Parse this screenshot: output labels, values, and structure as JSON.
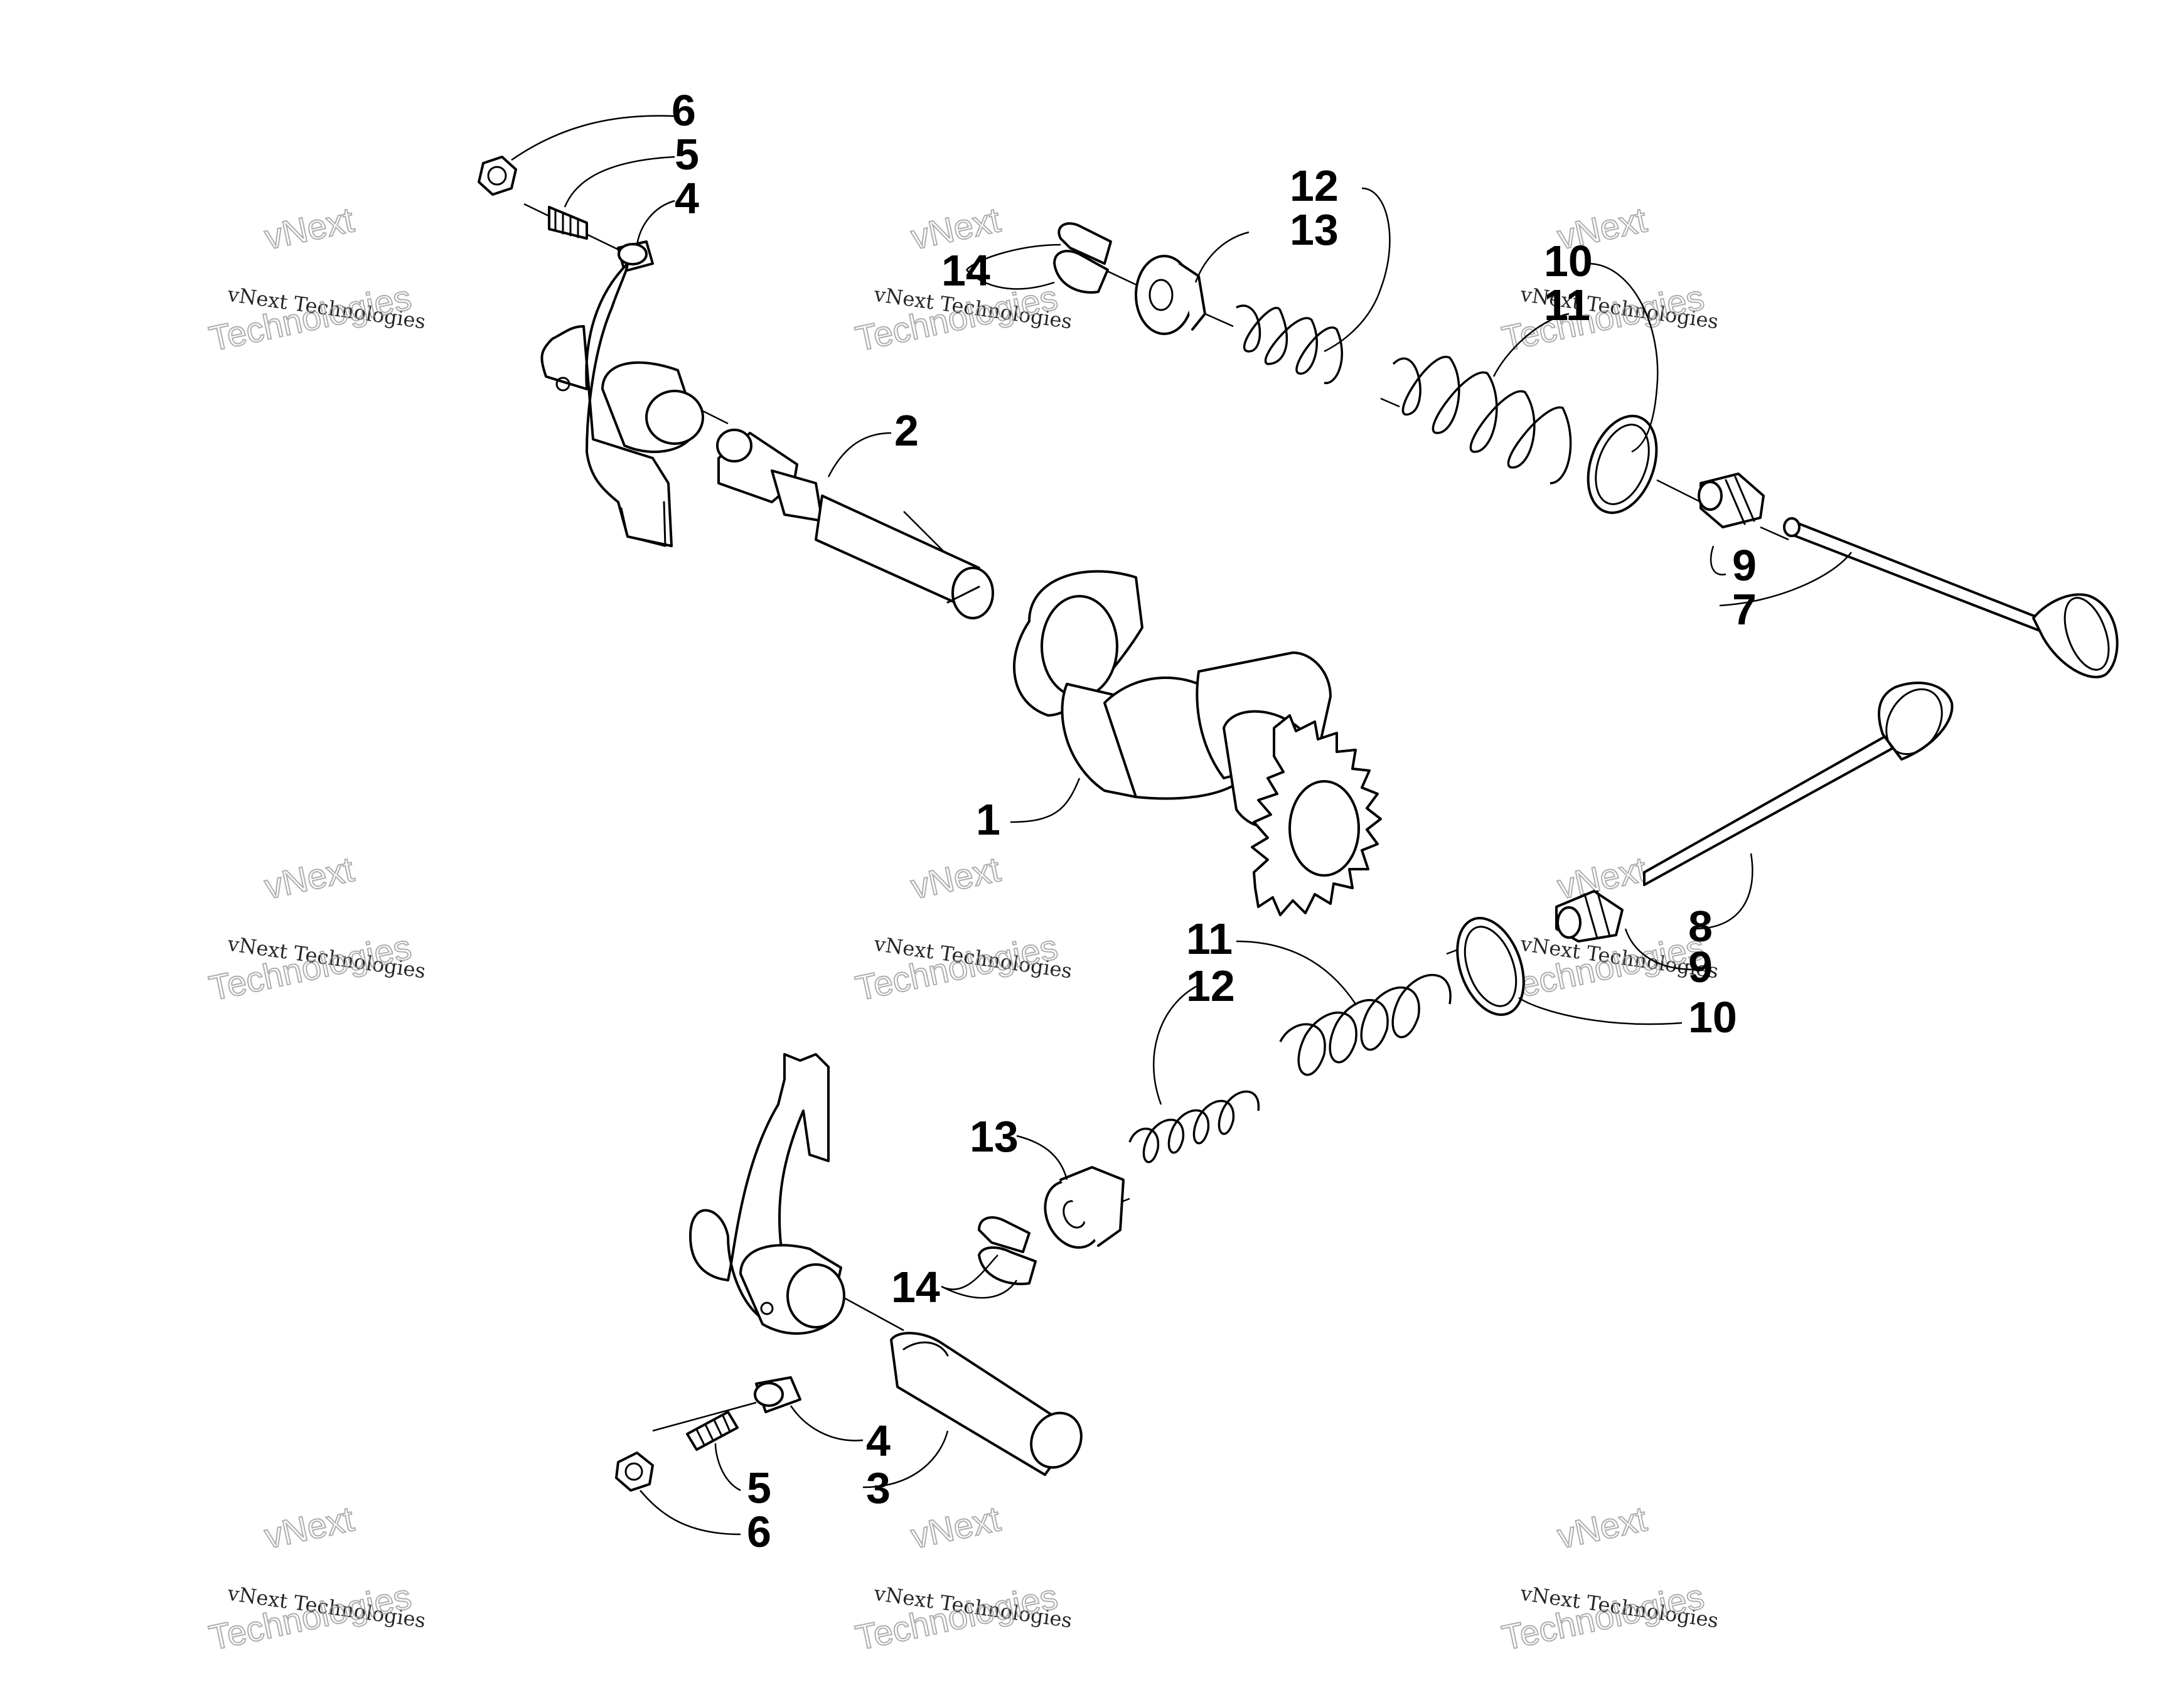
{
  "diagram": {
    "type": "exploded parts diagram",
    "callouts": {
      "c1": "1",
      "c2": "2",
      "c3": "3",
      "c4a": "4",
      "c4b": "4",
      "c5a": "5",
      "c5b": "5",
      "c6a": "6",
      "c6b": "6",
      "c7": "7",
      "c8": "8",
      "c9a": "9",
      "c9b": "9",
      "c10a": "10",
      "c10b": "10",
      "c11a": "11",
      "c11b": "11",
      "c12a": "12",
      "c12b": "12",
      "c13a": "13",
      "c13b": "13",
      "c14a": "14",
      "c14b": "14"
    }
  },
  "watermark": {
    "line1": "vNext Technologies",
    "line2": "vNext",
    "line3": "Technologies"
  },
  "colors": {
    "ink": "#000000",
    "paper": "#ffffff",
    "watermark": "#9a9a9a"
  }
}
